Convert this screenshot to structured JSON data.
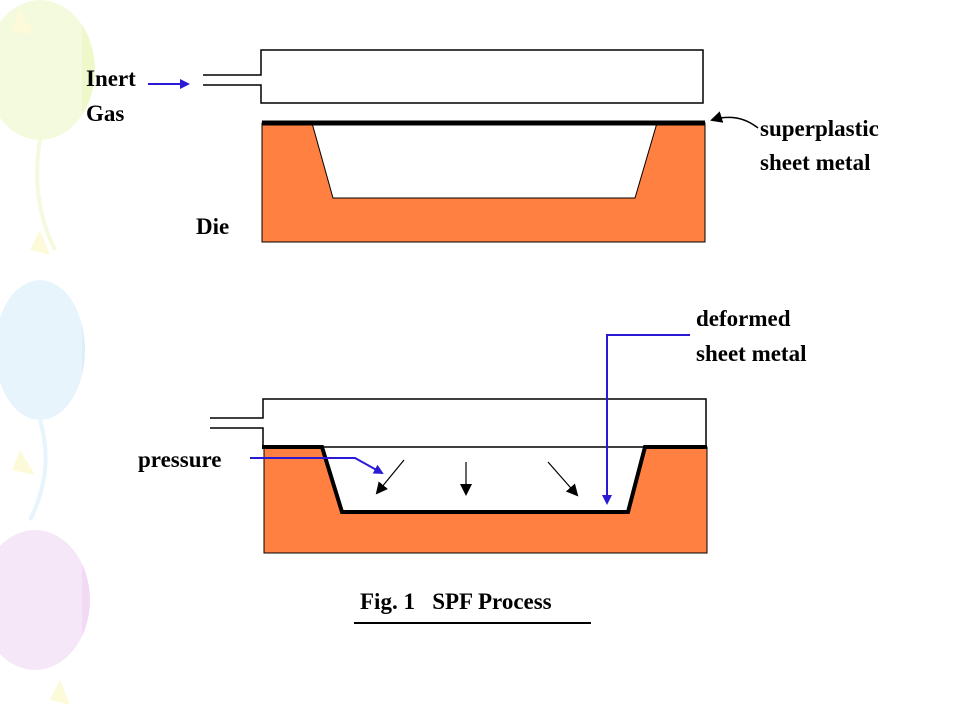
{
  "labels": {
    "inert": "Inert",
    "gas": "Gas",
    "die": "Die",
    "superplastic": "superplastic",
    "sheet_metal": "sheet metal",
    "deformed": "deformed",
    "deformed_sheet_metal": "sheet metal",
    "pressure": "pressure",
    "caption": "Fig. 1   SPF Process"
  },
  "colors": {
    "die": "#ff8040",
    "arrow_blue": "#2a1ad6",
    "outline": "#000000",
    "bg_balloons": [
      "#eef8c6",
      "#d9eef9",
      "#f1d7f3",
      "#fbf8bf"
    ]
  }
}
